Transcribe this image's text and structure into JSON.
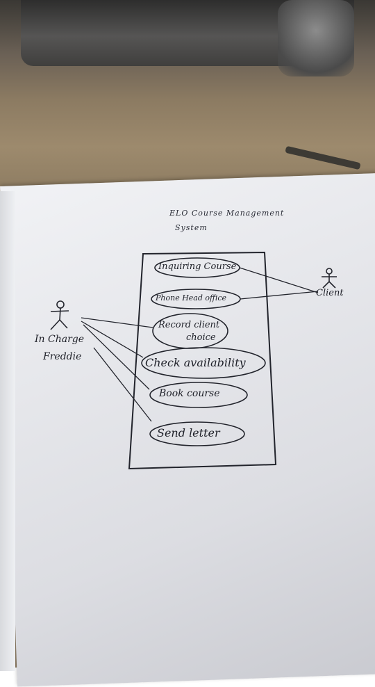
{
  "diagram": {
    "title_line1": "ELO Course Management",
    "title_line2": "System",
    "use_cases": [
      {
        "label": "Inquiring Course"
      },
      {
        "label": "Phone Head office"
      },
      {
        "label_line1": "Record client",
        "label_line2": "choice"
      },
      {
        "label": "Check availability"
      },
      {
        "label": "Book course"
      },
      {
        "label": "Send letter"
      }
    ],
    "actors": {
      "left": {
        "label_line1": "In Charge",
        "label_line2": "Freddie"
      },
      "right": {
        "label": "Client"
      }
    }
  },
  "colors": {
    "ink": "#1e2028",
    "paper": "#e7e8ec",
    "desk": "#9d8a6d"
  }
}
